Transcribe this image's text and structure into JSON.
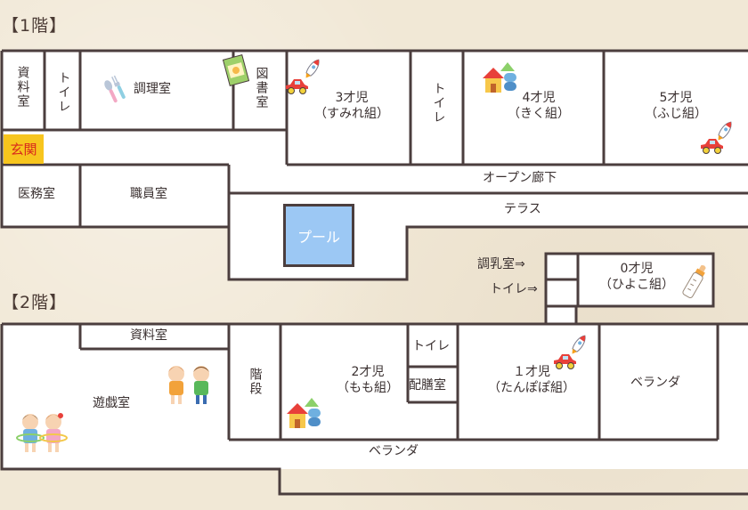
{
  "floors": {
    "first": {
      "label": "【1階】"
    },
    "second": {
      "label": "【2階】"
    }
  },
  "rooms1": {
    "storage": "資料室",
    "toilet_a": "トイレ",
    "kitchen": "調理室",
    "library": "図書室",
    "age3": "3才児\n（すみれ組）",
    "toilet_b": "トイレ",
    "age4": "4才児\n（きく組）",
    "age5": "5才児\n（ふじ組）",
    "entrance": "玄関",
    "infirmary": "医務室",
    "staff": "職員室",
    "corridor": "オープン廊下",
    "terrace": "テラス",
    "pool": "プール",
    "milk": "調乳室⇒",
    "toilet_c": "トイレ⇒",
    "age0": "0才児\n（ひよこ組）"
  },
  "rooms2": {
    "storage": "資料室",
    "playroom": "遊戯室",
    "stairs": "階段",
    "age2": "2才児\n（もも組）",
    "toilet": "トイレ",
    "serving": "配膳室",
    "age1": "１才児\n（たんぽぽ組）",
    "veranda_room": "ベランダ",
    "veranda": "ベランダ"
  },
  "colors": {
    "wall": "#4b3e3e",
    "floor": "#ffffff",
    "entrance": "#f7c51e",
    "pool": "#9cc8f4"
  },
  "icons": [
    "utensils-icon",
    "book-icon",
    "rocket-icon",
    "toy-car-icon",
    "toy-house-icon",
    "baby-bottle-icon",
    "children-icon"
  ]
}
